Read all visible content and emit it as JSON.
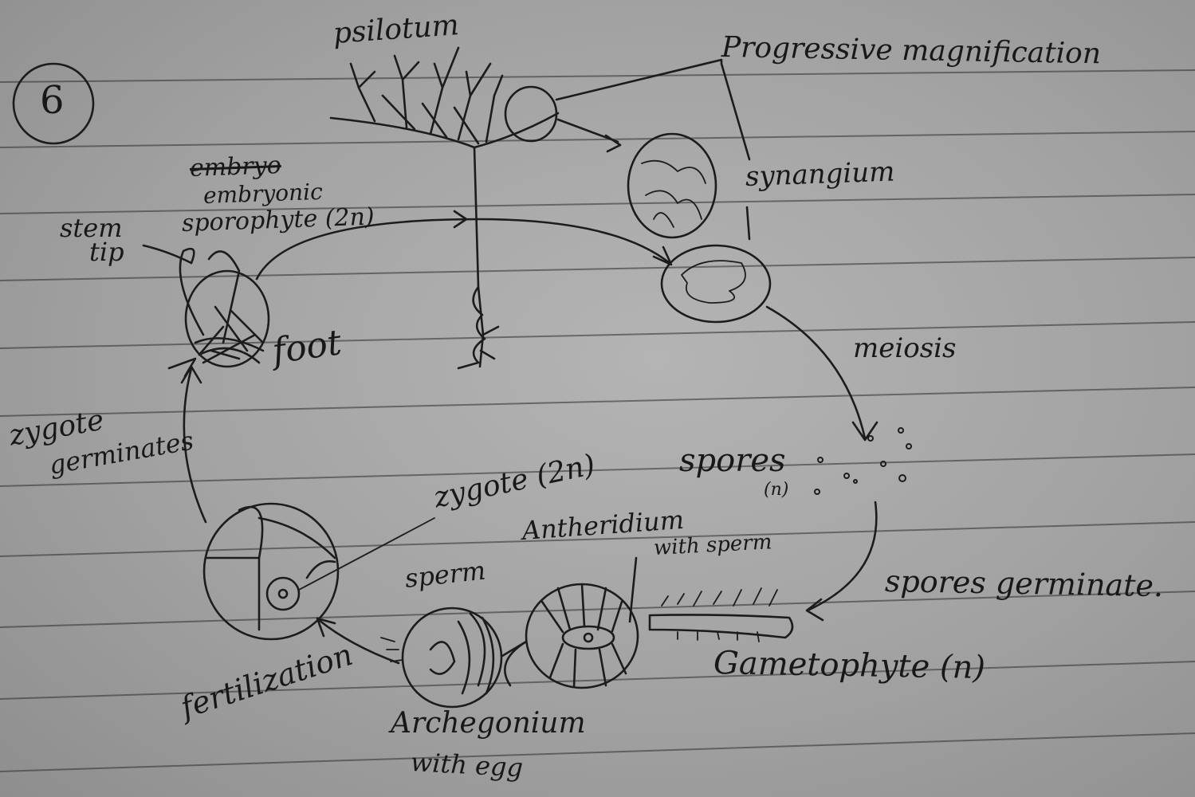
{
  "page_number": "6",
  "labels": {
    "psilotum": "psilotum",
    "progressive_magnification": "Progressive magnification",
    "synangium": "synangium",
    "embryo_struck": "embryo",
    "embryonic_sporophyte_line1": "embryonic",
    "embryonic_sporophyte_line2": "sporophyte (2n)",
    "stem_tip_line1": "stem",
    "stem_tip_line2": "tip",
    "foot": "foot",
    "meiosis": "meiosis",
    "spores_line1": "spores",
    "spores_line2": "(n)",
    "zygote_germinates_line1": "zygote",
    "zygote_germinates_line2": "germinates",
    "zygote_2n": "zygote (2n)",
    "antheridium_line1": "Antheridium",
    "antheridium_line2": "with sperm",
    "sperm": "sperm",
    "spores_germinate": "spores germinate.",
    "gametophyte": "Gametophyte (n)",
    "fertilization": "fertilization",
    "archegonium_line1": "Archegonium",
    "archegonium_line2": "with egg"
  },
  "colors": {
    "ink": "#1c1c1c",
    "paper": "#a8a8a8"
  }
}
